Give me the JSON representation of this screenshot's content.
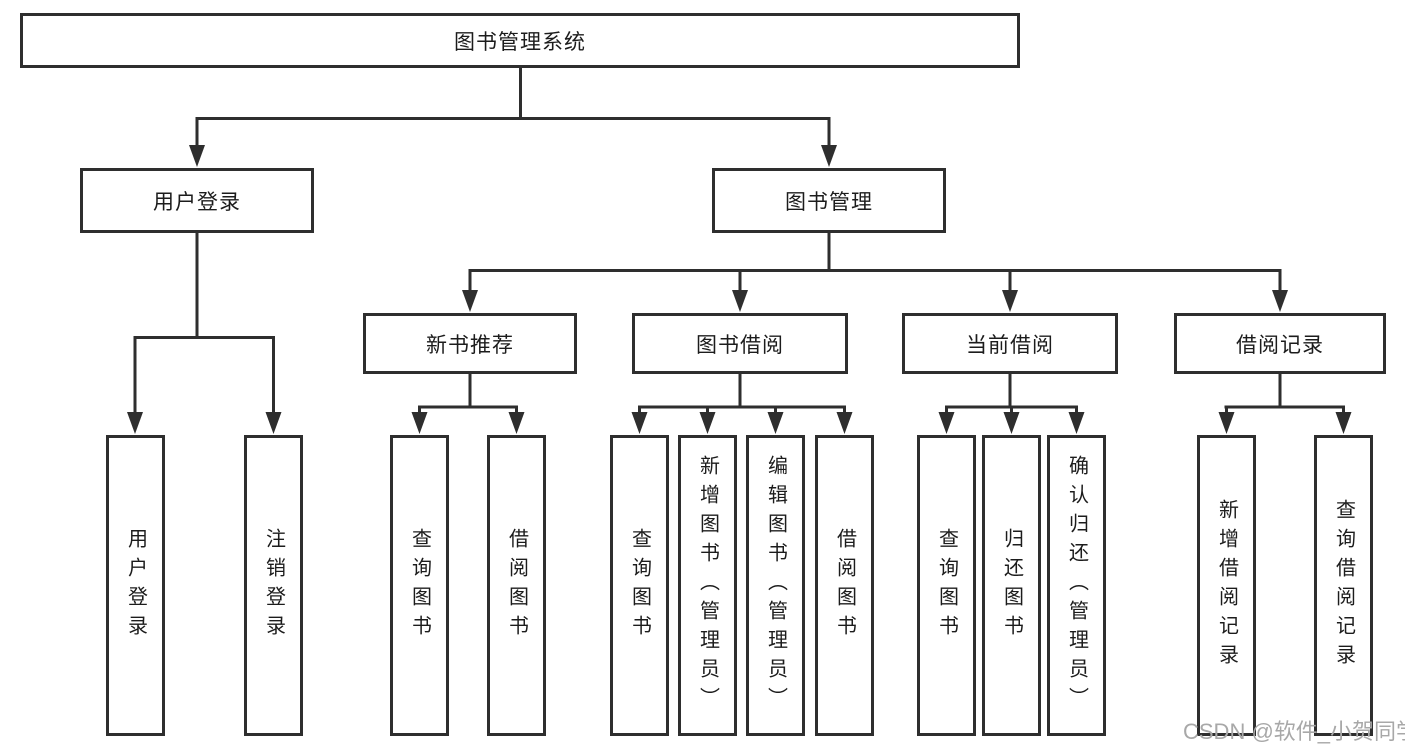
{
  "diagram": {
    "type": "hierarchy",
    "root": {
      "label": "图书管理系统"
    },
    "level2": [
      {
        "label": "用户登录",
        "parent": "图书管理系统"
      },
      {
        "label": "图书管理",
        "parent": "图书管理系统"
      }
    ],
    "level3": [
      {
        "label": "新书推荐",
        "parent": "图书管理"
      },
      {
        "label": "图书借阅",
        "parent": "图书管理"
      },
      {
        "label": "当前借阅",
        "parent": "图书管理"
      },
      {
        "label": "借阅记录",
        "parent": "图书管理"
      }
    ],
    "leaves": [
      {
        "label": "用户登录",
        "parent": "用户登录"
      },
      {
        "label": "注销登录",
        "parent": "用户登录"
      },
      {
        "label": "查询图书",
        "parent": "新书推荐"
      },
      {
        "label": "借阅图书",
        "parent": "新书推荐"
      },
      {
        "label": "查询图书",
        "parent": "图书借阅"
      },
      {
        "label": "新增图书（管理员）",
        "parent": "图书借阅"
      },
      {
        "label": "编辑图书（管理员）",
        "parent": "图书借阅"
      },
      {
        "label": "借阅图书",
        "parent": "图书借阅"
      },
      {
        "label": "查询图书",
        "parent": "当前借阅"
      },
      {
        "label": "归还图书",
        "parent": "当前借阅"
      },
      {
        "label": "确认归还（管理员）",
        "parent": "当前借阅"
      },
      {
        "label": "新增借阅记录",
        "parent": "借阅记录"
      },
      {
        "label": "查询借阅记录",
        "parent": "借阅记录"
      }
    ],
    "watermark": {
      "text": "CSDN @软件_小贺同学"
    },
    "colors": {
      "line": "#2e2e2e",
      "box_border": "#2e2e2e",
      "text": "#1c1c1c",
      "watermark": "#a8a8a8",
      "background": "#ffffff"
    }
  }
}
